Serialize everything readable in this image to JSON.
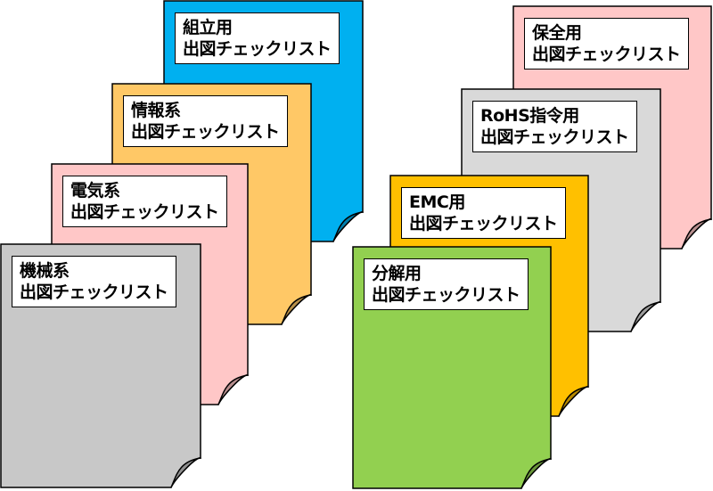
{
  "checklists": {
    "assembly": {
      "title": "組立用",
      "subtitle": "出図チェックリスト",
      "color": "#00b0f0"
    },
    "info": {
      "title": "情報系",
      "subtitle": "出図チェックリスト",
      "color": "#ffc866"
    },
    "electrical": {
      "title": "電気系",
      "subtitle": "出図チェックリスト",
      "color": "#ffc7c7"
    },
    "mechanical": {
      "title": "機械系",
      "subtitle": "出図チェックリスト",
      "color": "#c8c8c8"
    },
    "maintenance": {
      "title": "保全用",
      "subtitle": "出図チェックリスト",
      "color": "#ffc7c7"
    },
    "rohs": {
      "title": "RoHS指令用",
      "subtitle": "出図チェックリスト",
      "color": "#d9d9d9"
    },
    "emc": {
      "title": "EMC用",
      "subtitle": "出図チェックリスト",
      "color": "#ffc000"
    },
    "disassembly": {
      "title": "分解用",
      "subtitle": "出図チェックリスト",
      "color": "#92d050"
    }
  }
}
